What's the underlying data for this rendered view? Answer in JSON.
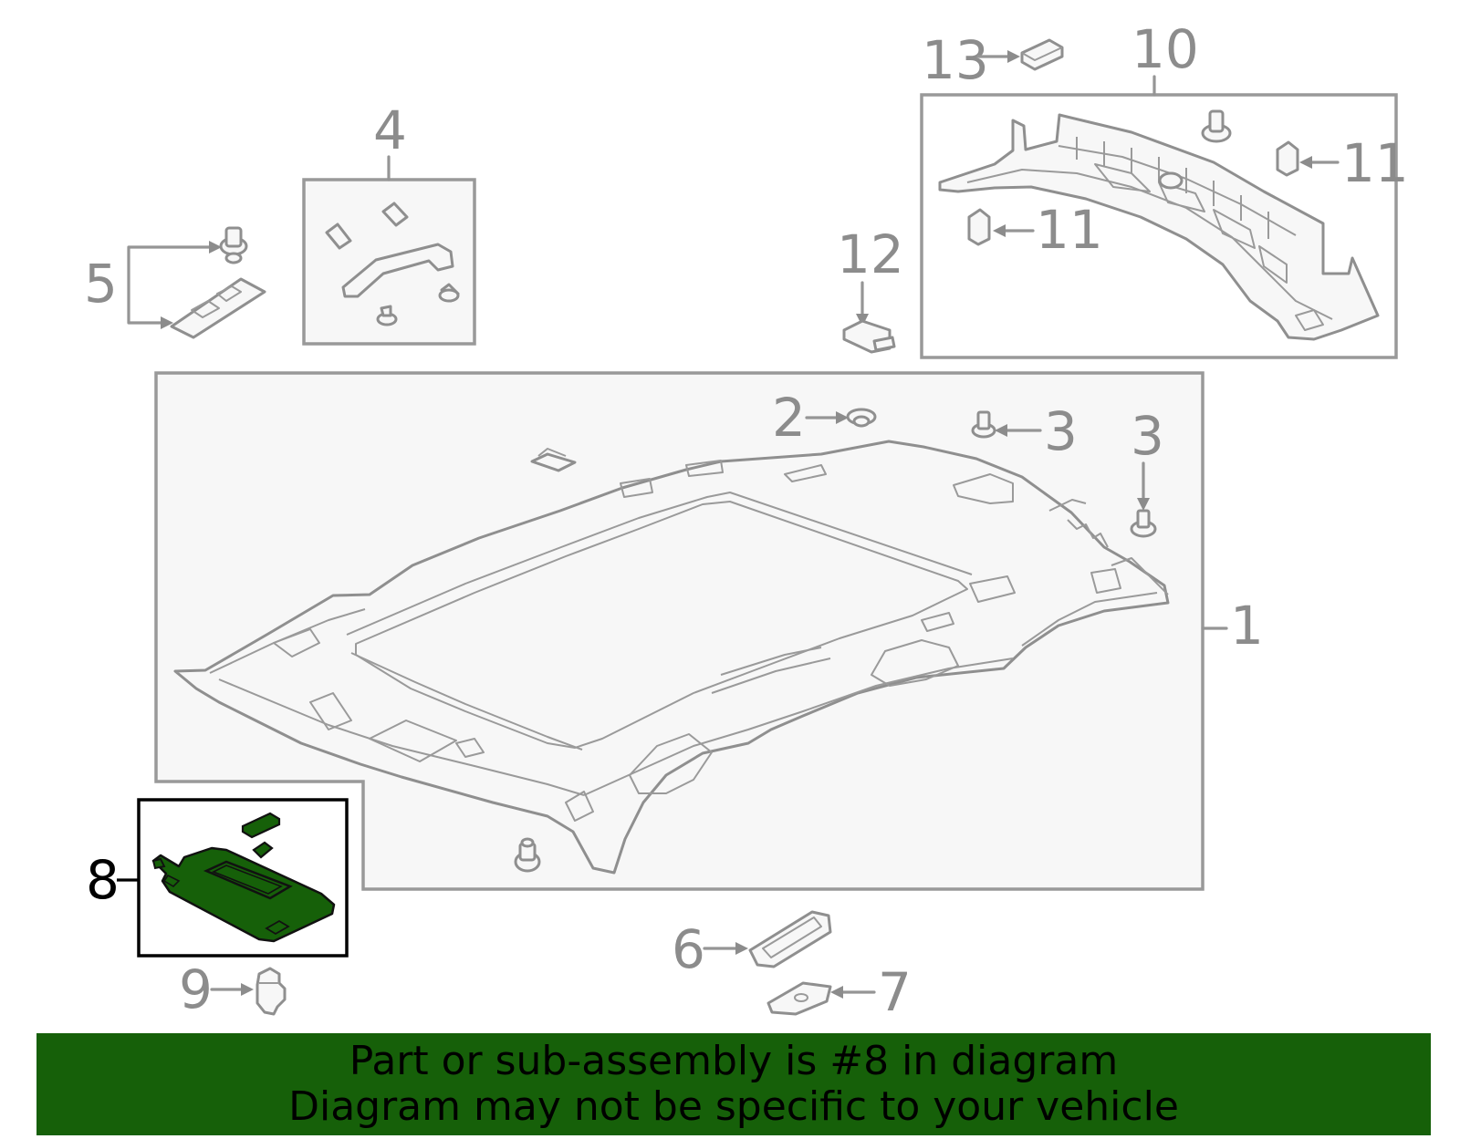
{
  "callouts": {
    "c1": "1",
    "c2": "2",
    "c3a": "3",
    "c3b": "3",
    "c4": "4",
    "c5": "5",
    "c6": "6",
    "c7": "7",
    "c8": "8",
    "c9": "9",
    "c10": "10",
    "c11a": "11",
    "c11b": "11",
    "c12": "12",
    "c13": "13"
  },
  "highlight": {
    "part_number": "8",
    "color": "#166009"
  },
  "banner": {
    "line1": "Part or sub-assembly is #8 in diagram",
    "line2": "Diagram may not be specific to your vehicle",
    "background": "#166009"
  },
  "colors": {
    "line": "#959595",
    "highlight_part": "#166009",
    "callout_text": "#8c8c8c"
  }
}
